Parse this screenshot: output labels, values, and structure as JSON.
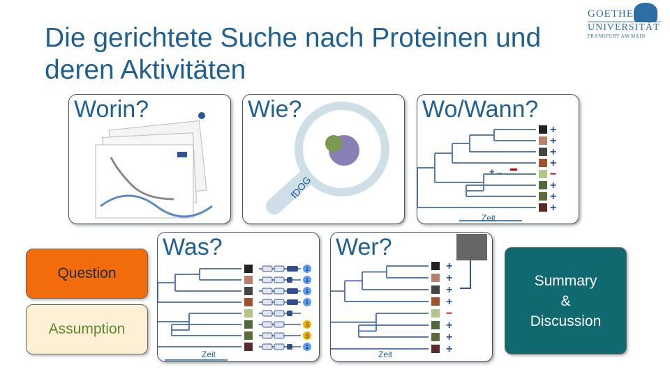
{
  "title": "Die gerichtete Suche nach Proteinen und deren Aktivitäten",
  "logo": {
    "line1": "GOETHE",
    "line2": "UNIVERSITÄT",
    "line3": "FRANKFURT AM MAIN"
  },
  "panels": {
    "worin": {
      "heading": "Worin?"
    },
    "wie": {
      "heading": "Wie?",
      "tool_label": "fDOG"
    },
    "wowann": {
      "heading": "Wo/Wann?",
      "axis_label": "Zeit",
      "signs": [
        "+",
        "+",
        "+",
        "+",
        "−",
        "+",
        "+",
        "+"
      ]
    },
    "was": {
      "heading": "Was?",
      "axis_label": "Zeit",
      "badges": [
        "1",
        "1",
        "1",
        "1",
        "",
        ".5",
        ".5",
        "1"
      ]
    },
    "wer": {
      "heading": "Wer?",
      "axis_label": "Zeit",
      "signs": [
        "+",
        "+",
        "+",
        "+",
        "−",
        "+",
        "+",
        "+"
      ]
    }
  },
  "boxes": {
    "question": "Question",
    "assumption": "Assumption",
    "summary_line1": "Summary",
    "summary_line2": "&",
    "summary_line3": "Discussion"
  },
  "colors": {
    "question": "#f36c0c",
    "assumption": "#fdefd3",
    "summary": "#10696f",
    "accent": "#1f5f91",
    "plus": "#2e5597",
    "minus": "#c00000"
  }
}
